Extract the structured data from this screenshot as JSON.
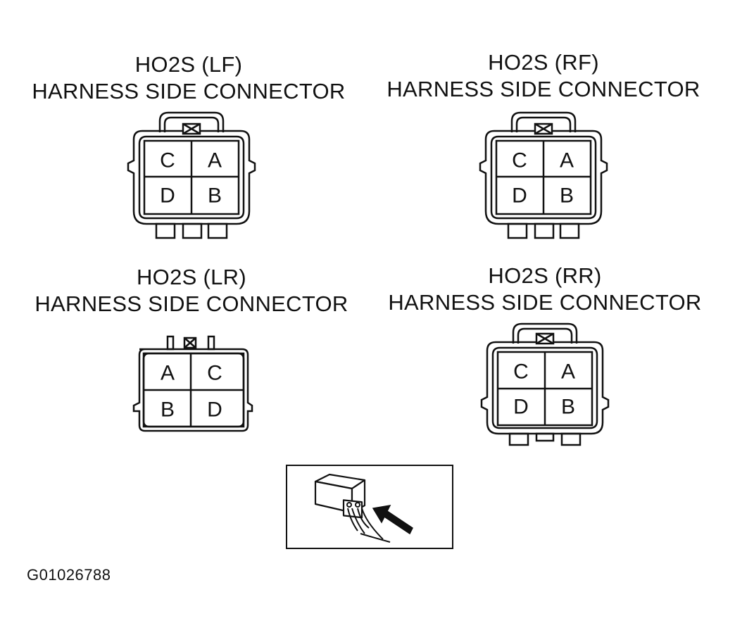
{
  "connectors": {
    "lf": {
      "title": "HO2S (LF)",
      "subtitle": "HARNESS SIDE CONNECTOR",
      "pins": [
        "C",
        "A",
        "D",
        "B"
      ]
    },
    "rf": {
      "title": "HO2S (RF)",
      "subtitle": "HARNESS SIDE CONNECTOR",
      "pins": [
        "C",
        "A",
        "D",
        "B"
      ]
    },
    "lr": {
      "title": "HO2S (LR)",
      "subtitle": "HARNESS SIDE CONNECTOR",
      "pins": [
        "A",
        "C",
        "B",
        "D"
      ]
    },
    "rr": {
      "title": "HO2S (RR)",
      "subtitle": "HARNESS SIDE CONNECTOR",
      "pins": [
        "C",
        "A",
        "D",
        "B"
      ]
    }
  },
  "figure_id": "G01026788",
  "icons": [
    "connector-lock-icon",
    "back-probe-icon"
  ]
}
